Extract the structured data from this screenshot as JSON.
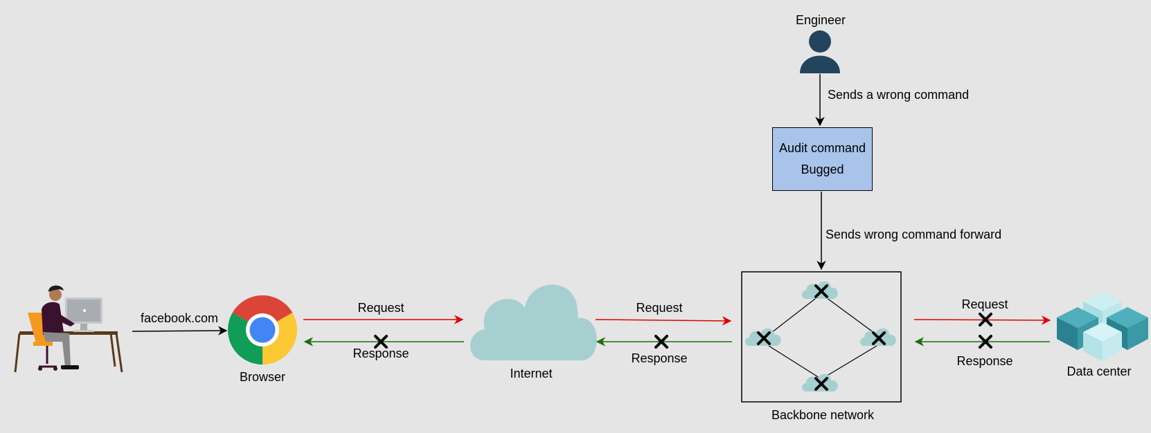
{
  "nodes": {
    "engineer": "Engineer",
    "audit_line1": "Audit command",
    "audit_line2": "Bugged",
    "browser": "Browser",
    "internet": "Internet",
    "backbone": "Backbone network",
    "datacenter": "Data center"
  },
  "edges": {
    "user_to_browser": "facebook.com",
    "engineer_to_audit": "Sends a wrong command",
    "audit_to_backbone": "Sends wrong command forward",
    "browser_request": "Request",
    "browser_response": "Response",
    "internet_request": "Request",
    "internet_response": "Response",
    "dc_request": "Request",
    "dc_response": "Response"
  },
  "colors": {
    "background": "#e5e5e5",
    "request": "#e00000",
    "response": "#1a6e10",
    "cloud": "#a6d0cf",
    "engineer": "#23445d",
    "audit_fill": "#a9c4eb"
  }
}
